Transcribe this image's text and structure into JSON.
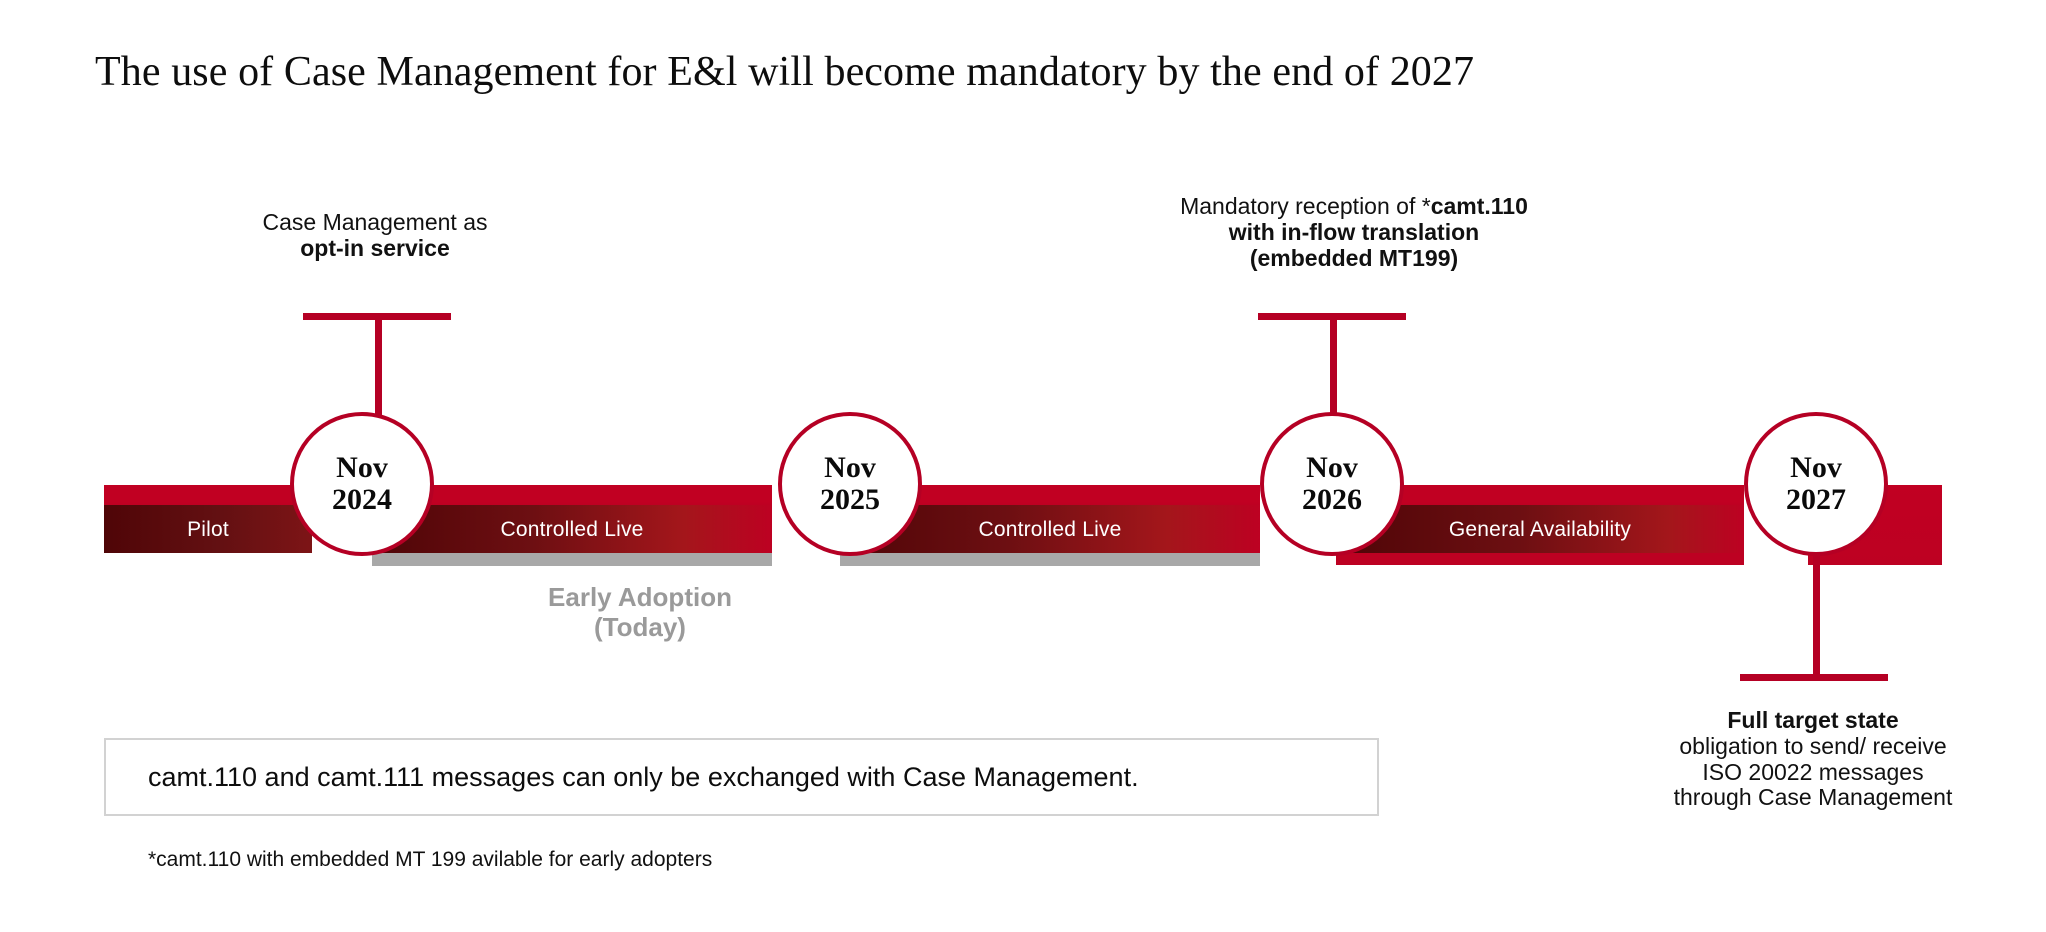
{
  "title": "The use of Case Management for E&l will become mandatory by the end of 2027",
  "colors": {
    "brand_red": "#b50024",
    "bar_bright_red": "#c10022",
    "bar_dark_maroon": "#5c0a0c",
    "shadow_gray": "#a8a8a8",
    "muted_gray_text": "#9a9a9a"
  },
  "timeline": {
    "segments": [
      {
        "label": "Pilot"
      },
      {
        "label": "Controlled Live"
      },
      {
        "label": "Controlled Live"
      },
      {
        "label": "General Availability"
      }
    ],
    "milestones": [
      {
        "month": "Nov",
        "year": "2024"
      },
      {
        "month": "Nov",
        "year": "2025"
      },
      {
        "month": "Nov",
        "year": "2026"
      },
      {
        "month": "Nov",
        "year": "2027"
      }
    ]
  },
  "annotations": {
    "opt_in": {
      "line1": "Case Management as",
      "line2": "opt-in service"
    },
    "mandatory": {
      "line1": "Mandatory reception of *camt.110",
      "line1_plain": "Mandatory reception of *",
      "line1_bold": "camt.110",
      "line2": "with in-flow translation",
      "line3": "(embedded MT199)"
    },
    "full_target": {
      "line1": "Full target state",
      "line2": "obligation to send/ receive",
      "line3": "ISO 20022 messages",
      "line4": "through Case Management"
    }
  },
  "early_adoption": {
    "line1": "Early Adoption",
    "line2": "(Today)"
  },
  "callout": {
    "text": "camt.110 and camt.111 messages can only be exchanged with Case Management."
  },
  "footnote": {
    "text": "*camt.110 with embedded MT 199 avilable for early adopters"
  }
}
